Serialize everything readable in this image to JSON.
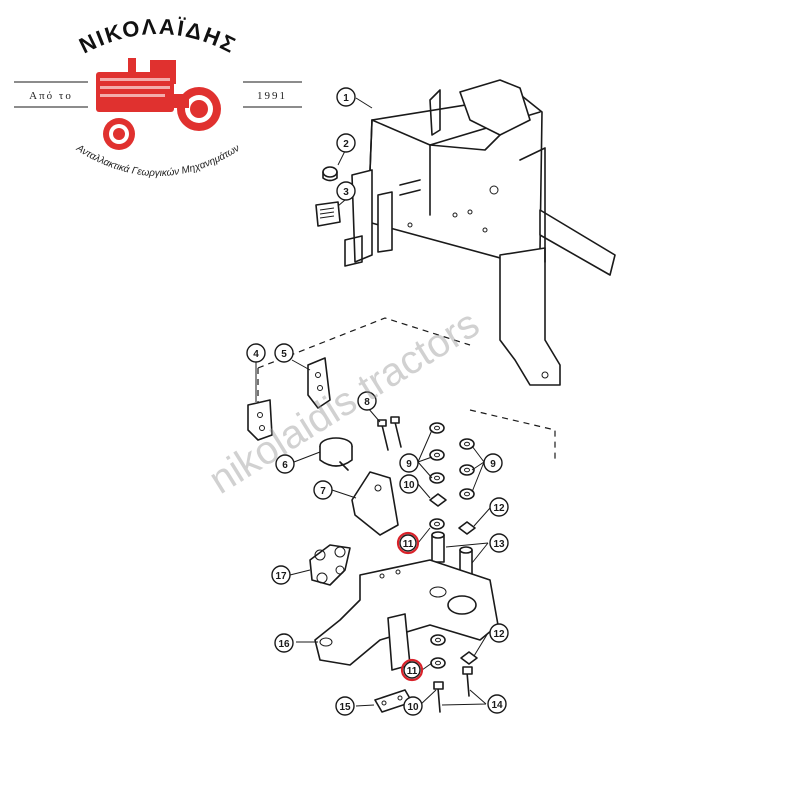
{
  "logo": {
    "name": "ΝΙΚΟΛΑΪΔΗΣ",
    "since_prefix": "Από το",
    "since_year": "1991",
    "tagline": "Ανταλλακτικά Γεωργικών Μηχανημάτων"
  },
  "watermark": "nikolaidis tractors",
  "callouts": [
    {
      "id": "1",
      "label": "1"
    },
    {
      "id": "2",
      "label": "2"
    },
    {
      "id": "3",
      "label": "3"
    },
    {
      "id": "4",
      "label": "4"
    },
    {
      "id": "5",
      "label": "5"
    },
    {
      "id": "6",
      "label": "6"
    },
    {
      "id": "7",
      "label": "7"
    },
    {
      "id": "8",
      "label": "8"
    },
    {
      "id": "9a",
      "label": "9"
    },
    {
      "id": "9b",
      "label": "9"
    },
    {
      "id": "10a",
      "label": "10"
    },
    {
      "id": "10b",
      "label": "10"
    },
    {
      "id": "11a",
      "label": "11",
      "highlight": true
    },
    {
      "id": "11b",
      "label": "11",
      "highlight": true
    },
    {
      "id": "12a",
      "label": "12"
    },
    {
      "id": "12b",
      "label": "12"
    },
    {
      "id": "13",
      "label": "13"
    },
    {
      "id": "14",
      "label": "14"
    },
    {
      "id": "15",
      "label": "15"
    },
    {
      "id": "16",
      "label": "16"
    },
    {
      "id": "17",
      "label": "17"
    }
  ],
  "colors": {
    "highlight": "#d9222a",
    "logo_red": "#e0312f",
    "ink": "#1a1a1a"
  }
}
